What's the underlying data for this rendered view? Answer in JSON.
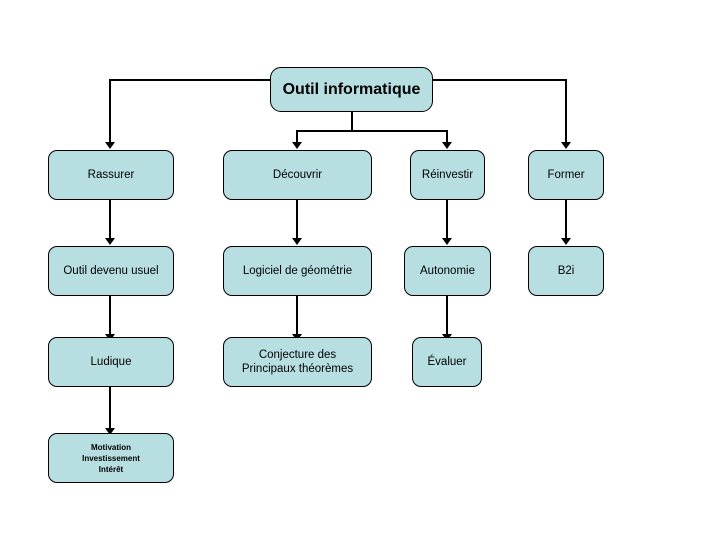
{
  "diagram": {
    "title": "Outil informatique",
    "background_color": "#ffffff",
    "node_fill_color": "#b7dfe2",
    "node_border_color": "#000000",
    "connector_color": "#000000",
    "root": {
      "id": "root",
      "label": "Outil informatique"
    },
    "columns": [
      {
        "id": "col-1",
        "nodes": [
          {
            "id": "rassurer",
            "label": "Rassurer"
          },
          {
            "id": "outil-devenu-usuel",
            "label": "Outil devenu usuel"
          },
          {
            "id": "ludique",
            "label": "Ludique"
          },
          {
            "id": "motivation-investissement-interet",
            "label": "Motivation\nInvestissement\nIntérêt"
          }
        ]
      },
      {
        "id": "col-2",
        "nodes": [
          {
            "id": "decouvrir",
            "label": "Découvrir"
          },
          {
            "id": "logiciel-de-geometrie",
            "label": "Logiciel de géométrie"
          },
          {
            "id": "conjecture-des-principaux-theoremes",
            "label": "Conjecture des\nPrincipaux théorèmes"
          }
        ]
      },
      {
        "id": "col-3",
        "nodes": [
          {
            "id": "reinvestir",
            "label": "Réinvestir"
          },
          {
            "id": "autonomie",
            "label": "Autonomie"
          },
          {
            "id": "evaluer",
            "label": "Évaluer"
          }
        ]
      },
      {
        "id": "col-4",
        "nodes": [
          {
            "id": "former",
            "label": "Former"
          },
          {
            "id": "b2i",
            "label": "B2i"
          }
        ]
      }
    ]
  }
}
